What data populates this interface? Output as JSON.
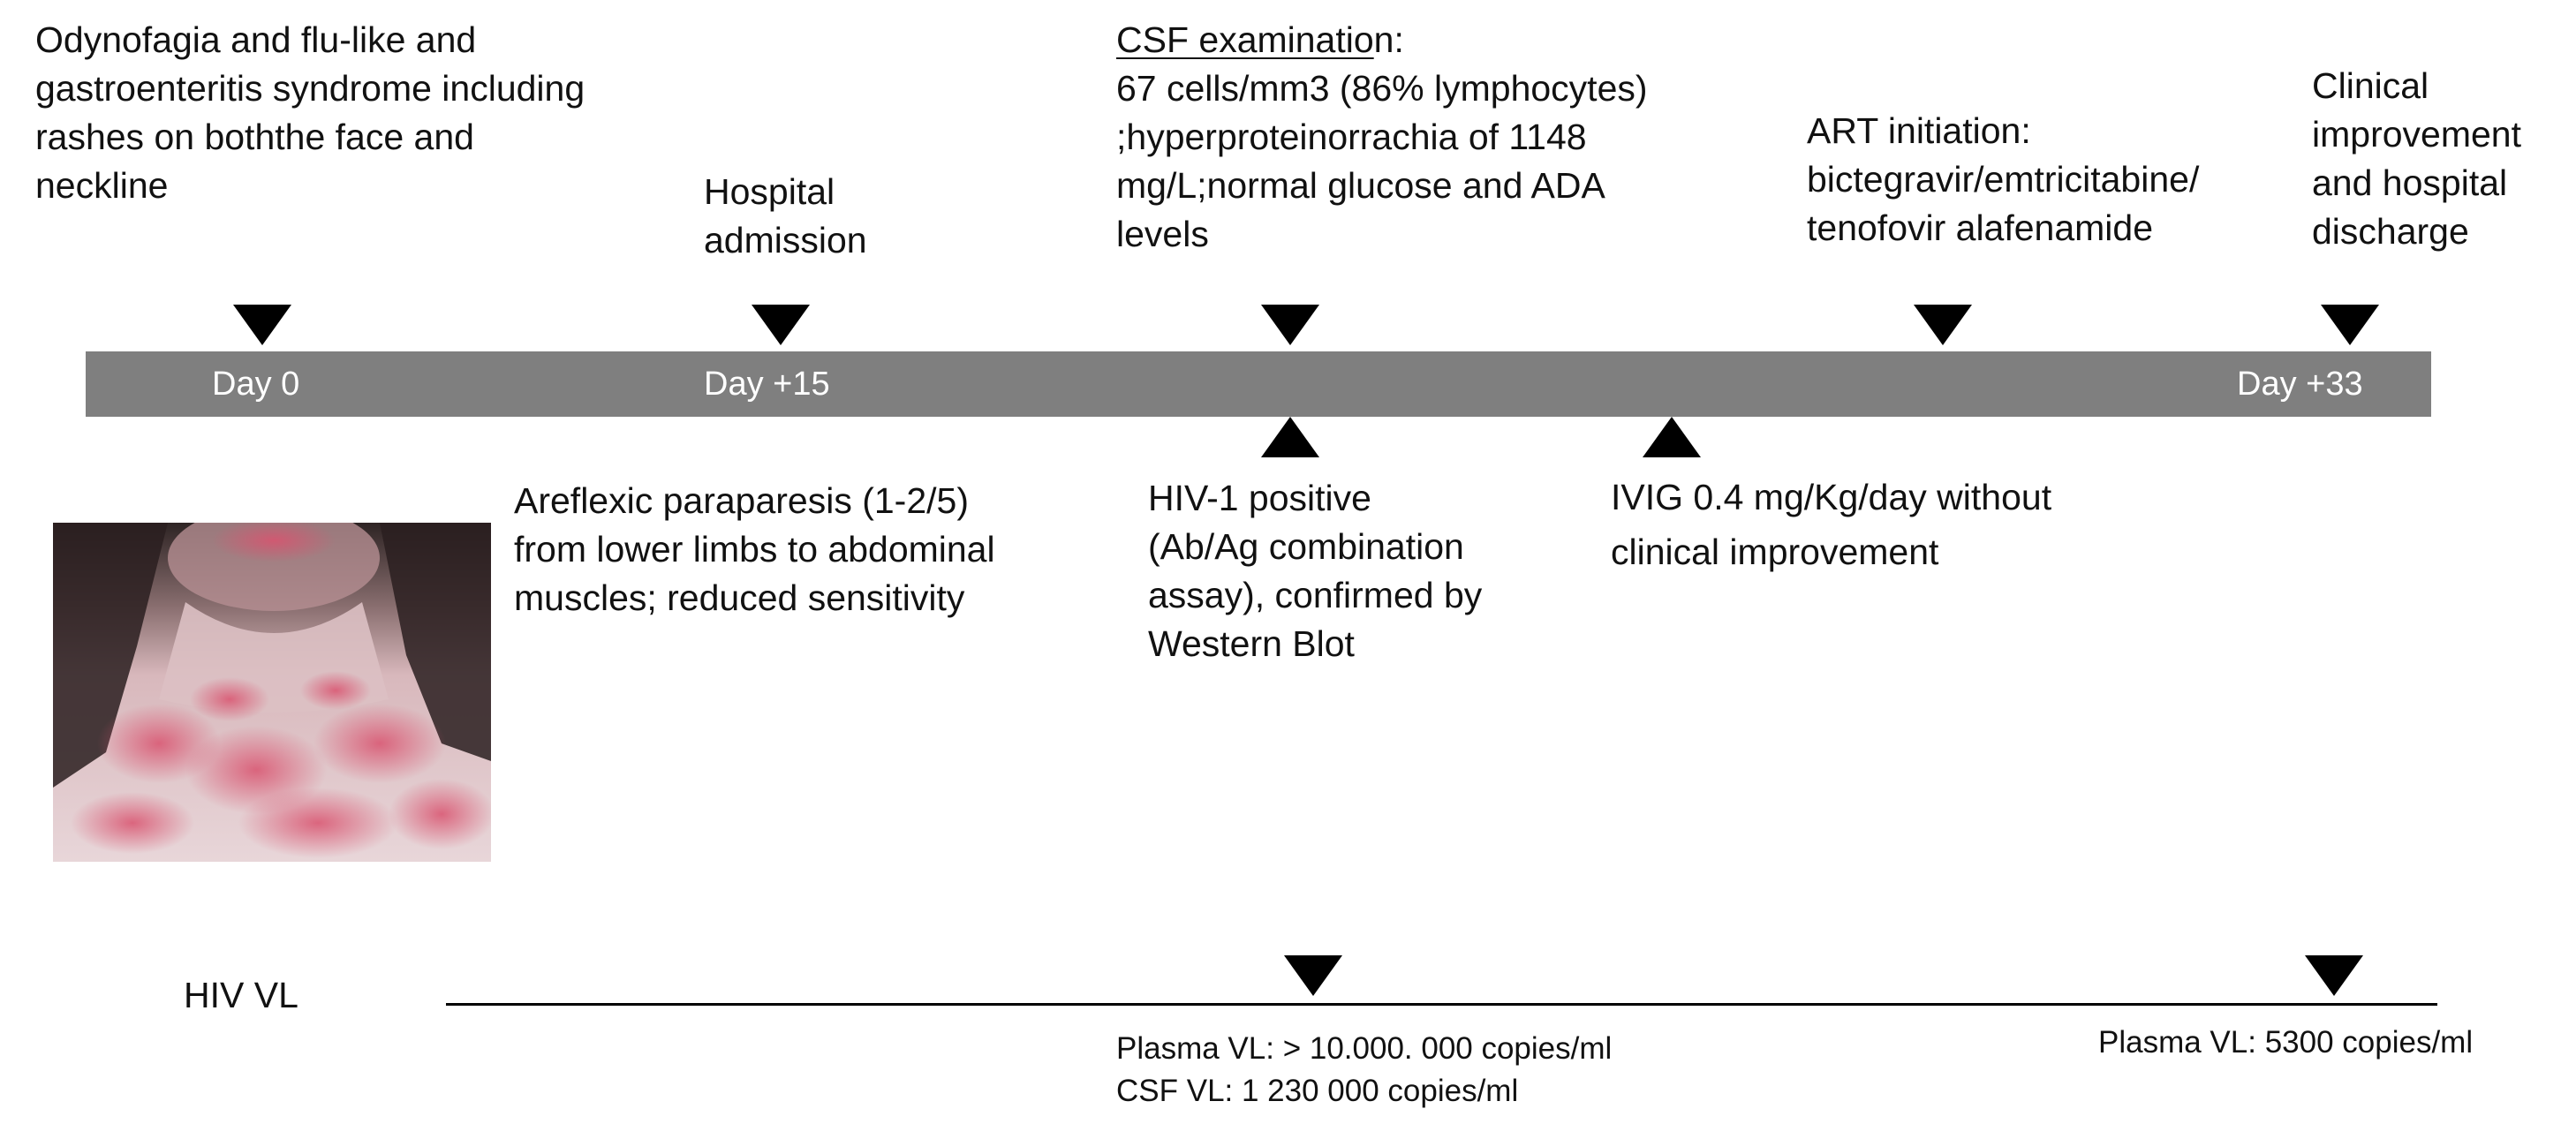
{
  "timeline": {
    "days": [
      "Day 0",
      "Day +15",
      "Day +33"
    ]
  },
  "events_above": {
    "day0": [
      "Odynofagia and flu-like and",
      "gastroenteritis syndrome including",
      "rashes on boththe face and",
      "neckline"
    ],
    "admission": [
      "Hospital",
      "admission"
    ],
    "csf_title": "CSF examinatio",
    "csf_title_suffix": "n:",
    "csf_lines": [
      "67 cells/mm3 (86% lymphocytes)",
      ";hyperproteinorrachia of 1148",
      "mg/L;normal glucose and ADA",
      "levels"
    ],
    "art": [
      "ART initiation:",
      "bictegravir/emtricitabine/",
      "tenofovir alafenamide"
    ],
    "discharge": [
      "Clinical",
      "improvement",
      "and hospital",
      "discharge"
    ]
  },
  "events_below": {
    "paraparesis": [
      "Areflexic paraparesis (1-2/5)",
      "from lower limbs to abdominal",
      "muscles; reduced sensitivity"
    ],
    "hiv": [
      "HIV-1 positive",
      "(Ab/Ag combination",
      "assay), confirmed by",
      "Western Blot"
    ],
    "ivig": [
      "IVIG 0.4 mg/Kg/day without",
      "clinical improvement"
    ]
  },
  "viral_load": {
    "label": "HIV VL",
    "first": [
      "Plasma VL: > 10.000. 000 copies/ml",
      "CSF VL: 1 230 000 copies/ml"
    ],
    "second": "Plasma VL: 5300 copies/ml"
  },
  "colors": {
    "bar": "#7f7f7f",
    "marker": "#000000",
    "rash": "#d9536f"
  }
}
